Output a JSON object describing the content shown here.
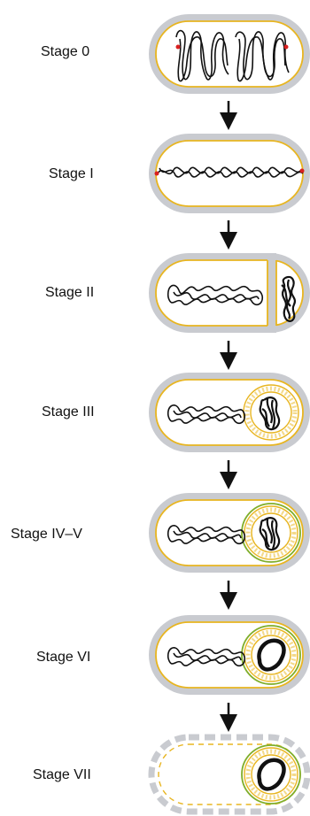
{
  "stages": [
    {
      "id": "stage-0",
      "label": "Stage 0"
    },
    {
      "id": "stage-1",
      "label": "Stage I"
    },
    {
      "id": "stage-2",
      "label": "Stage II"
    },
    {
      "id": "stage-3",
      "label": "Stage III"
    },
    {
      "id": "stage-4-5",
      "label": "Stage IV–V"
    },
    {
      "id": "stage-6",
      "label": "Stage VI"
    },
    {
      "id": "stage-7",
      "label": "Stage VII"
    }
  ],
  "colors": {
    "cell_wall": "#c9cbd0",
    "membrane": "#e8b520",
    "forespore_coat": "#7fae2a",
    "chromosome": "#111111",
    "origin_marker": "#d92020",
    "arrow": "#111111"
  },
  "icons": {
    "arrow": "down-arrow-icon",
    "chromosome": "chromosome-icon"
  }
}
